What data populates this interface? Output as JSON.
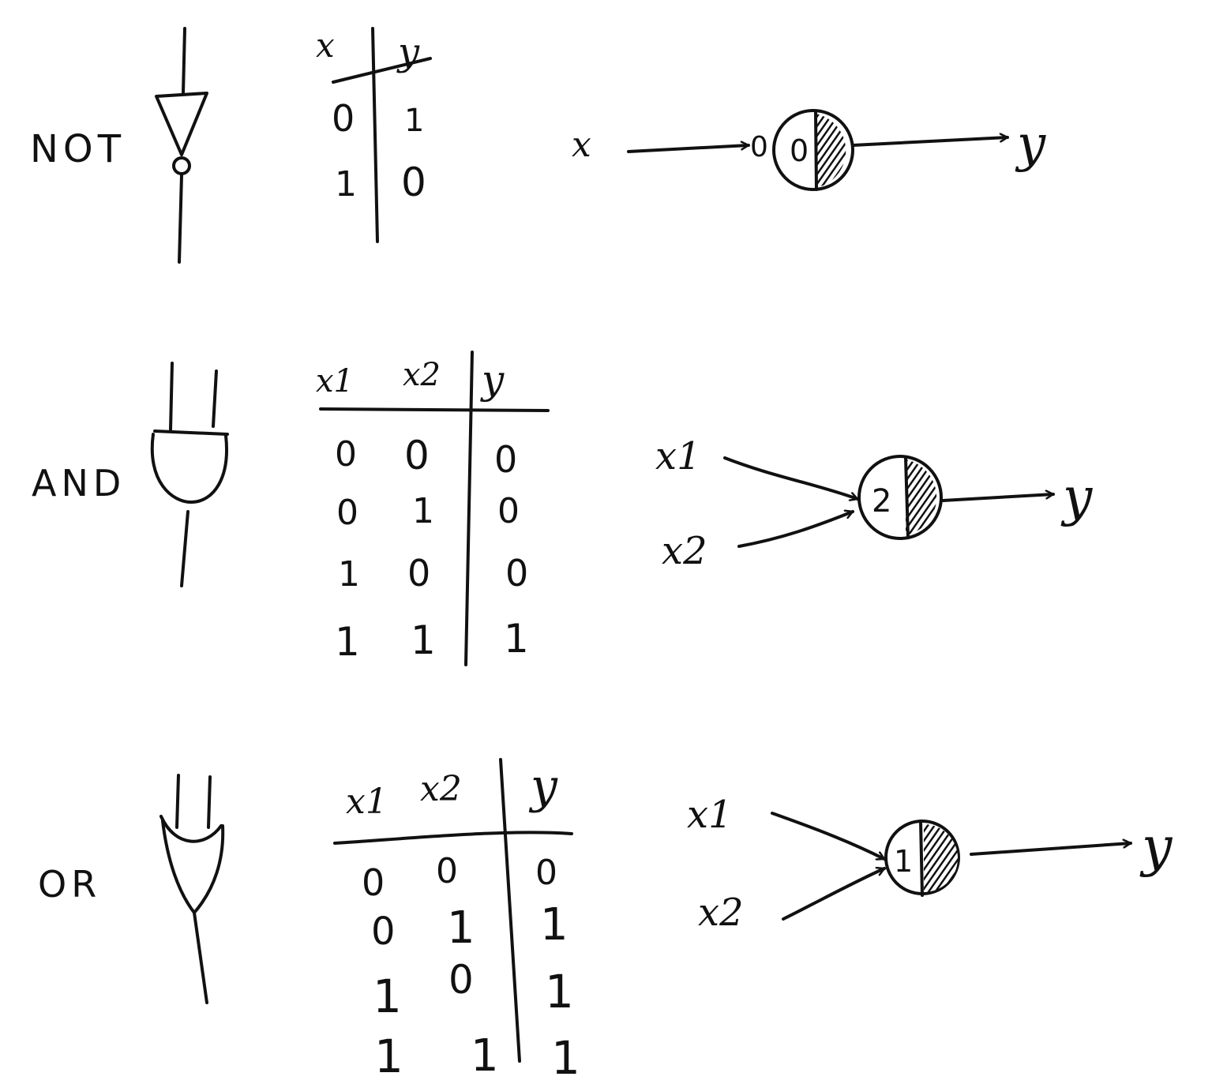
{
  "gates": [
    {
      "label": "NOT",
      "headers": [
        "x",
        "y"
      ],
      "rows": [
        [
          "0",
          "1"
        ],
        [
          "1",
          "0"
        ]
      ],
      "neuron": {
        "inputs": [
          "x"
        ],
        "input_weights": [
          "0"
        ],
        "threshold": "0",
        "output": "y"
      }
    },
    {
      "label": "AND",
      "headers": [
        "x1",
        "x2",
        "y"
      ],
      "rows": [
        [
          "0",
          "0",
          "0"
        ],
        [
          "0",
          "1",
          "0"
        ],
        [
          "1",
          "0",
          "0"
        ],
        [
          "1",
          "1",
          "1"
        ]
      ],
      "neuron": {
        "inputs": [
          "x1",
          "x2"
        ],
        "input_weights": [],
        "threshold": "2",
        "output": "y"
      }
    },
    {
      "label": "OR",
      "headers": [
        "x1",
        "x2",
        "y"
      ],
      "rows": [
        [
          "0",
          "0",
          "0"
        ],
        [
          "0",
          "1",
          "1"
        ],
        [
          "1",
          "0",
          "1"
        ],
        [
          "1",
          "1",
          "1"
        ]
      ],
      "neuron": {
        "inputs": [
          "x1",
          "x2"
        ],
        "input_weights": [],
        "threshold": "1",
        "output": "y"
      }
    }
  ],
  "colors": {
    "ink": "#111111",
    "background": "#ffffff"
  }
}
